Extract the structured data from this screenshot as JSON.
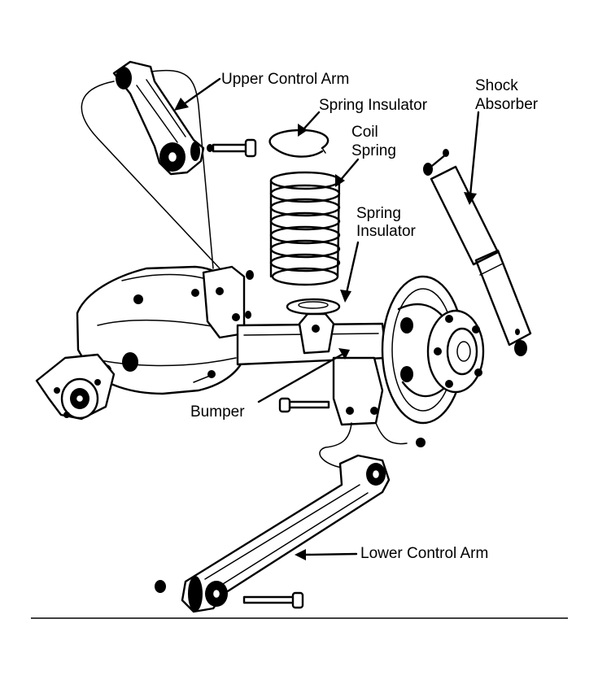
{
  "labels": {
    "upper_control_arm": "Upper Control Arm",
    "spring_insulator_top": "Spring Insulator",
    "coil_line1": "Coil",
    "coil_line2": "Spring",
    "shock_line1": "Shock",
    "shock_line2": "Absorber",
    "spring_insulator_bottom_line1": "Spring",
    "spring_insulator_bottom_line2": "Insulator",
    "bumper": "Bumper",
    "lower_control_arm": "Lower Control Arm"
  },
  "colors": {
    "ink": "#000000",
    "paper": "#ffffff"
  }
}
